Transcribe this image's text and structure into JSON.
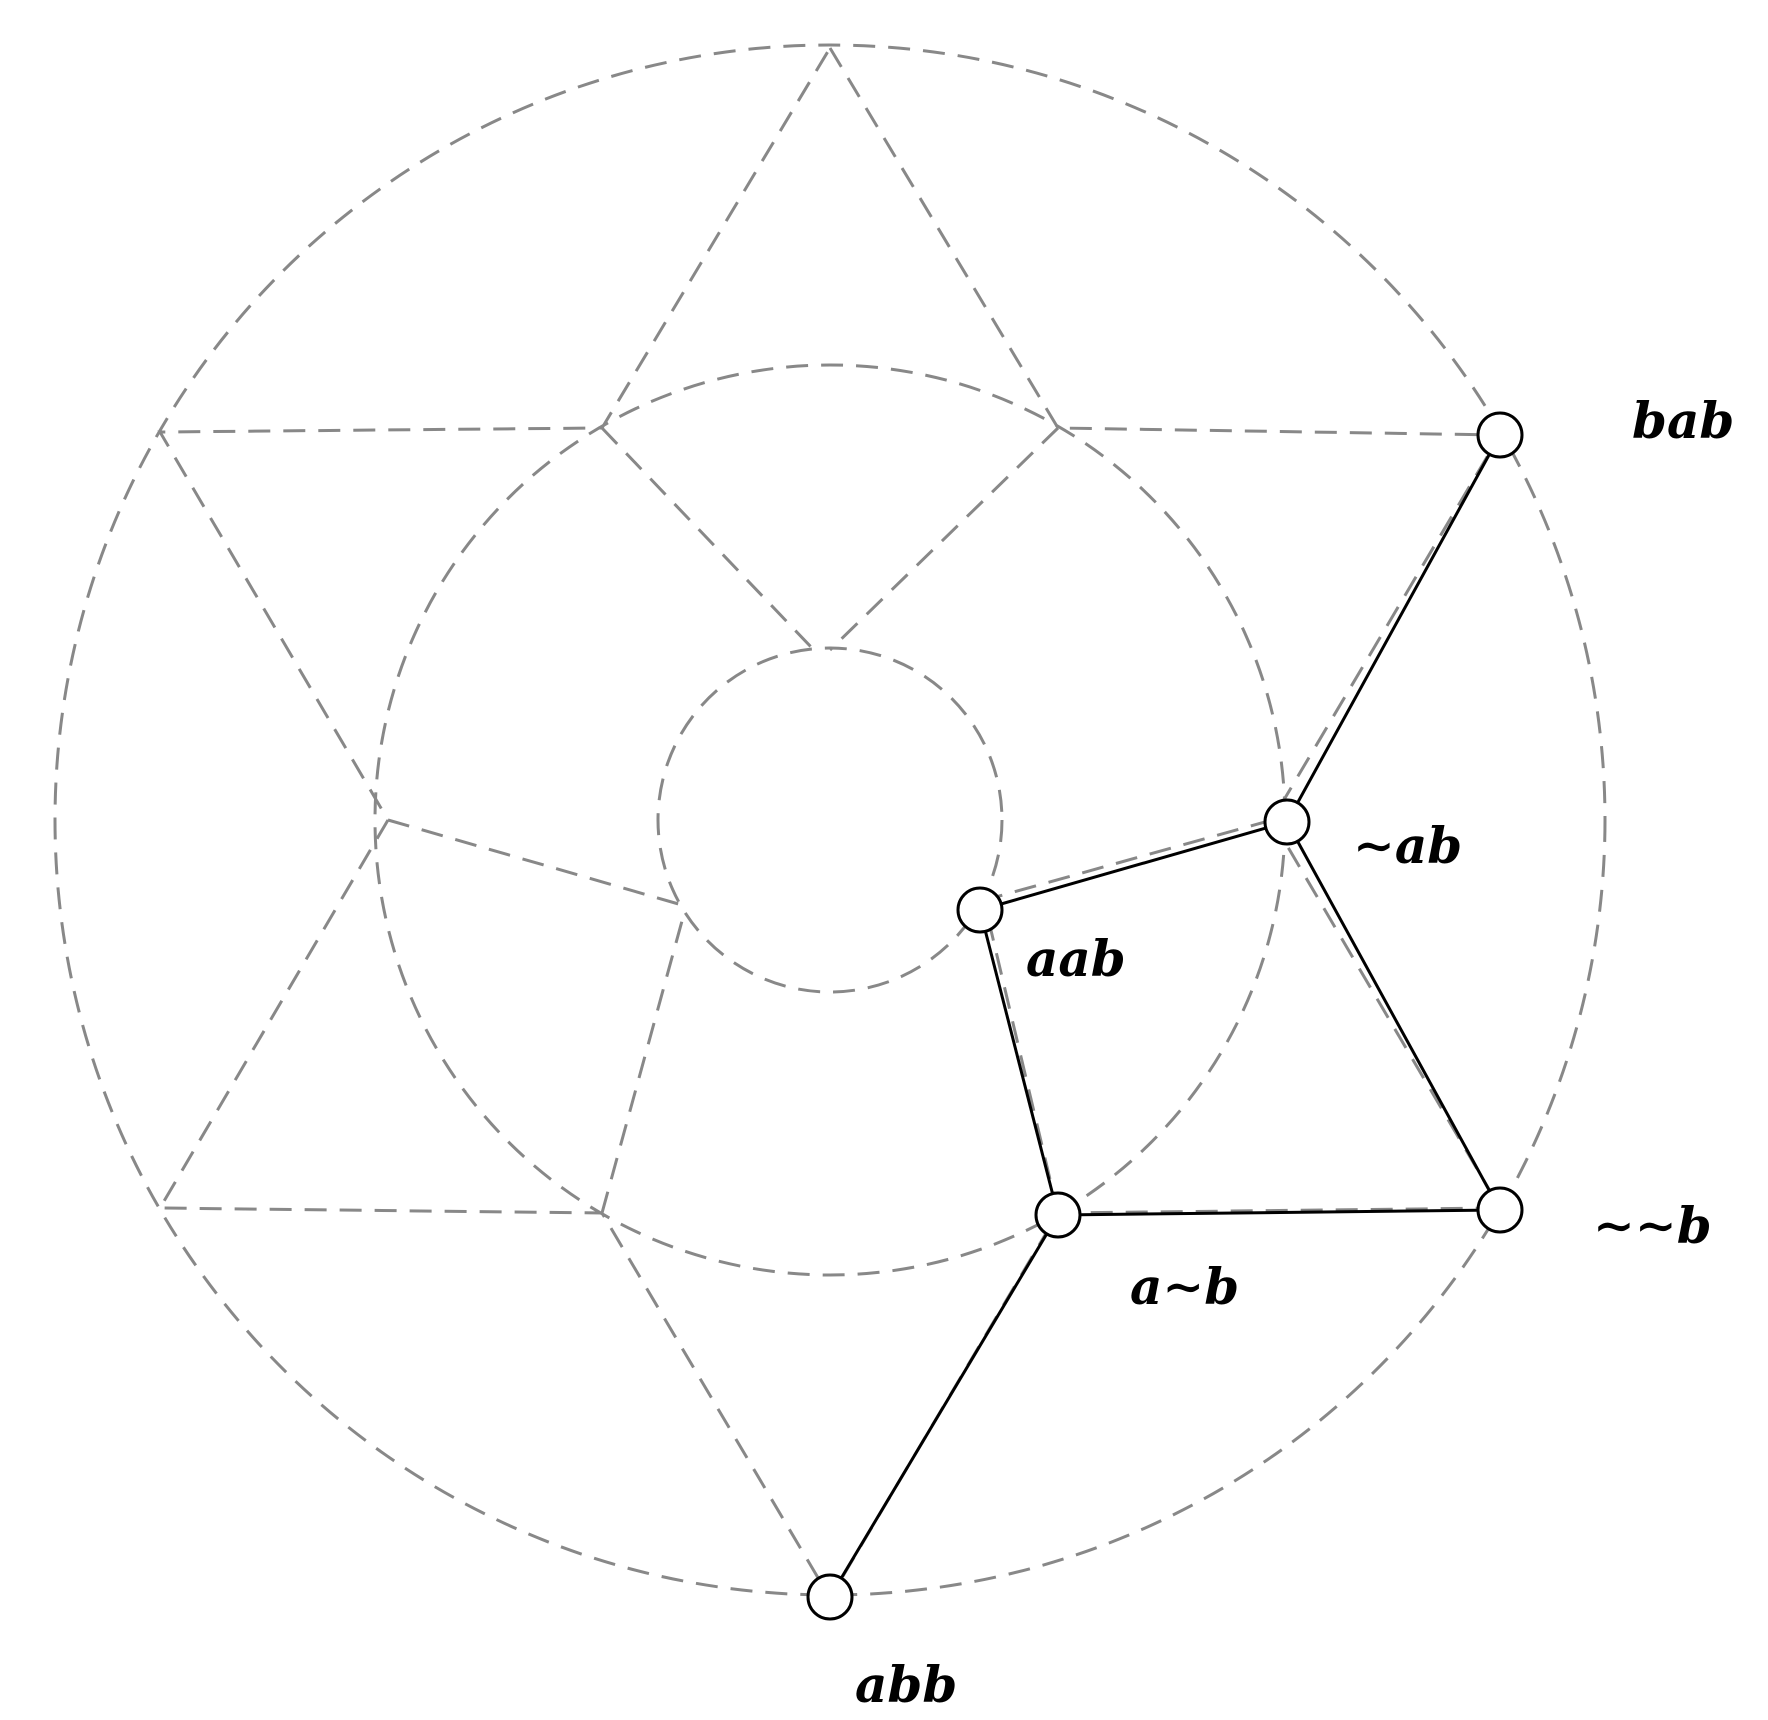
{
  "colors": {
    "guide": "#888888",
    "edge": "#000000",
    "node_fill": "#ffffff",
    "background": "#ffffff"
  },
  "nodes": [
    {
      "id": "bab",
      "label": "bab"
    },
    {
      "id": "nab",
      "label": "∼ab"
    },
    {
      "id": "aab",
      "label": "aab"
    },
    {
      "id": "anb",
      "label": "a∼b"
    },
    {
      "id": "nnb",
      "label": "∼∼b"
    },
    {
      "id": "abb",
      "label": "abb"
    }
  ],
  "edges": [
    {
      "from": "bab",
      "to": "nab"
    },
    {
      "from": "nab",
      "to": "aab"
    },
    {
      "from": "nab",
      "to": "nnb"
    },
    {
      "from": "aab",
      "to": "anb"
    },
    {
      "from": "anb",
      "to": "nnb"
    },
    {
      "from": "anb",
      "to": "abb"
    }
  ]
}
